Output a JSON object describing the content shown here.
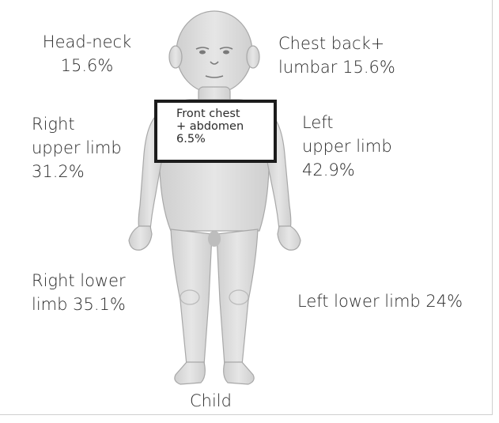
{
  "regions": {
    "head_neck": "Head-neck\n15.6%",
    "chest_back_lumbar": "Chest back+\nlumbar 15.6%",
    "right_upper_limb": "Right\nupper limb\n31.2%",
    "left_upper_limb": "Left\nupper limb\n42.9%",
    "front_chest_abdomen": "Front chest\n+ abdomen\n6.5%",
    "right_lower_limb": "Right lower\nlimb 35.1%",
    "left_lower_limb": "Left lower limb 24%"
  },
  "caption": "Child",
  "colors": {
    "body_fill": "#d9d9d9",
    "body_stroke": "#a8a8a8",
    "text": "#2b2b2b",
    "box_border": "#1c1c1c"
  }
}
